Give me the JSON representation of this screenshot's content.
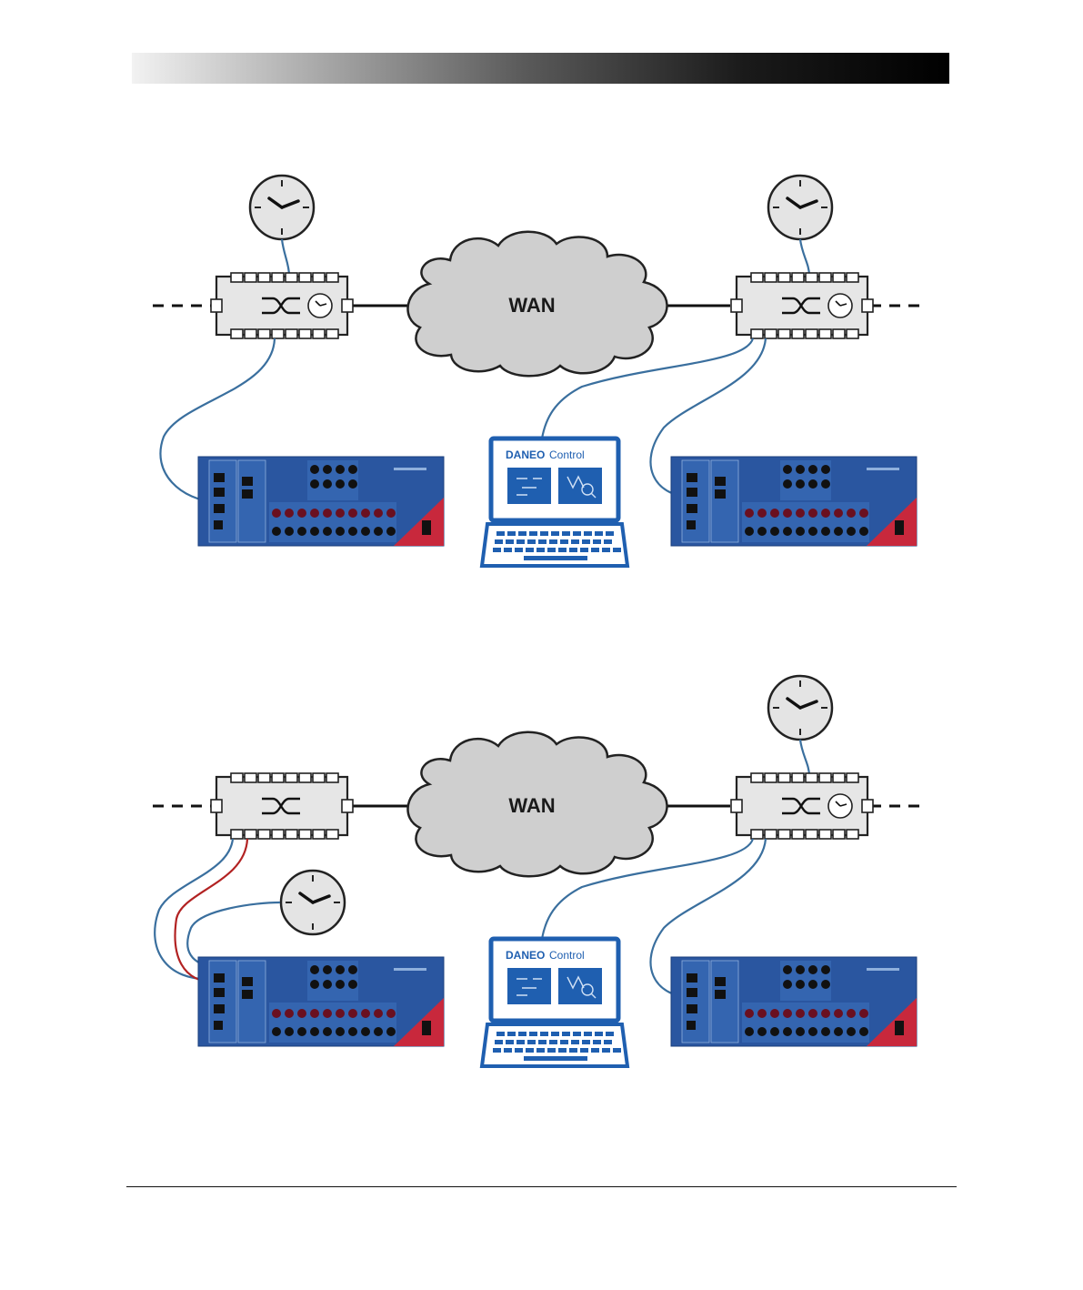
{
  "header": {
    "gradient": [
      "#f2f2f2",
      "#000000"
    ]
  },
  "colors": {
    "cable_blue": "#3a6f9e",
    "cable_red": "#b22222",
    "device_blue": "#2a56a0",
    "device_red": "#c8283c",
    "cloud": "#cfcfcf",
    "switch": "#e6e6e6"
  },
  "diagrams": [
    {
      "cloud_label": "WAN",
      "laptop": {
        "brand": "DANEO",
        "product": "Control"
      },
      "icons": [
        "clock-icon",
        "switch-icon",
        "cloud-icon",
        "laptop-icon",
        "device-icon"
      ]
    },
    {
      "cloud_label": "WAN",
      "laptop": {
        "brand": "DANEO",
        "product": "Control"
      },
      "icons": [
        "clock-icon",
        "switch-icon",
        "cloud-icon",
        "laptop-icon",
        "device-icon"
      ]
    }
  ]
}
